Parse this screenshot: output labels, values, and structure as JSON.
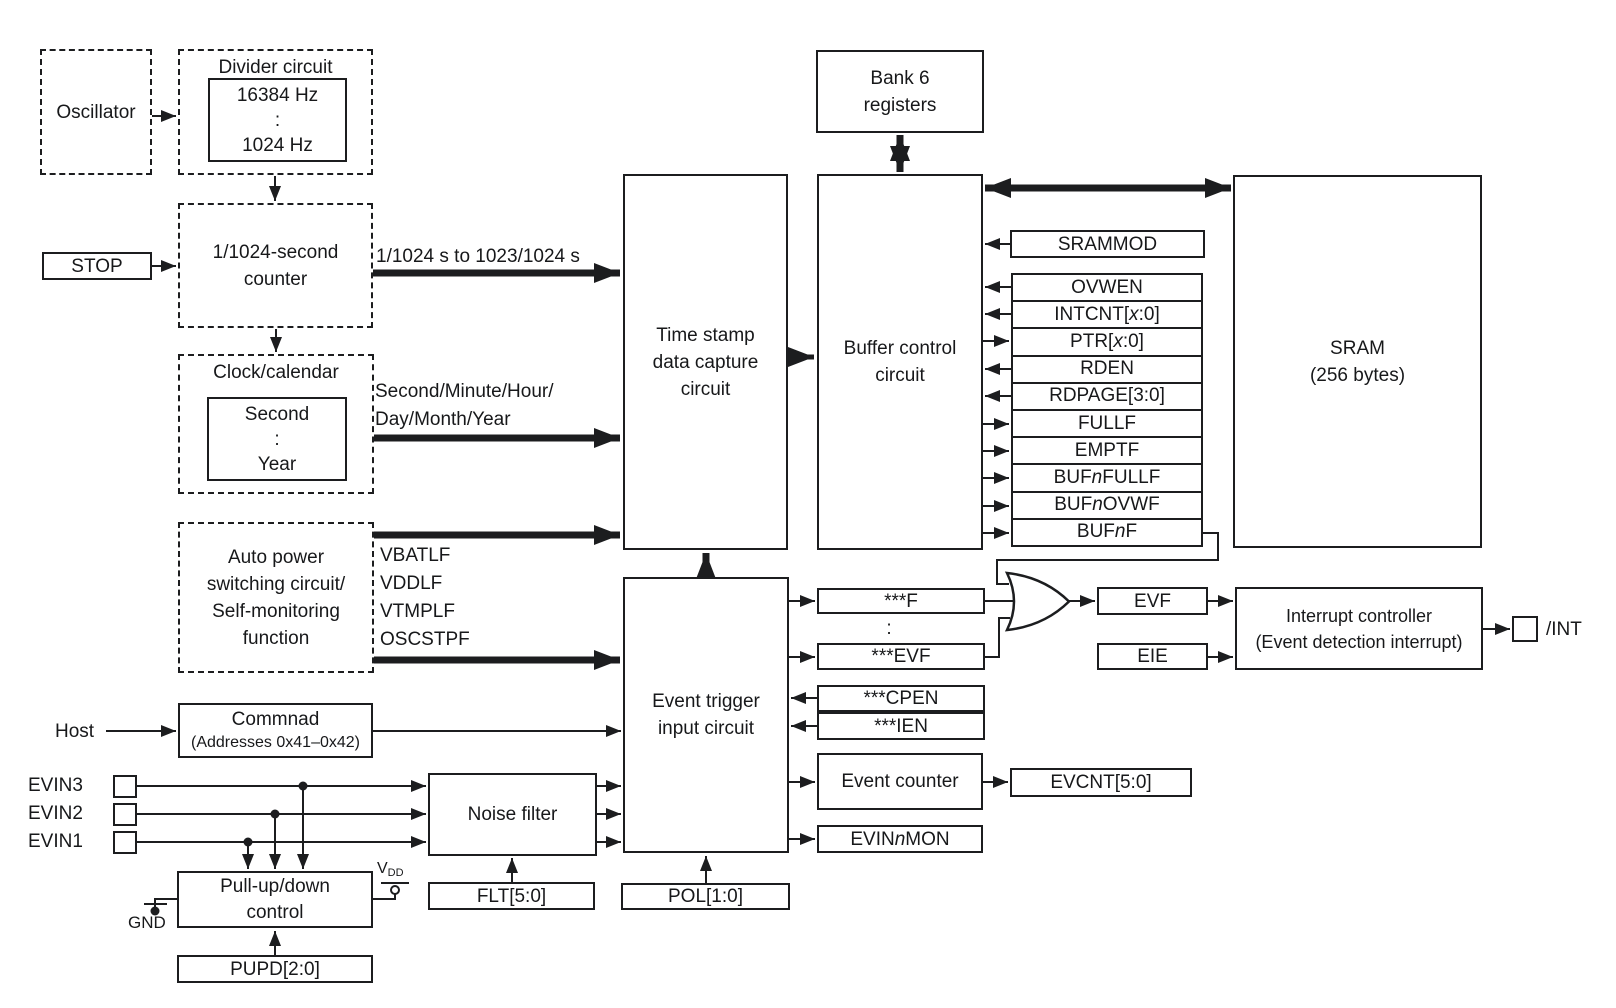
{
  "colors": {
    "ink": "#1c1d1f",
    "background": "#ffffff"
  },
  "blocks": {
    "oscillator": {
      "label": "Oscillator"
    },
    "divider": {
      "title": "Divider circuit",
      "freq_top": "16384 Hz",
      "dots": ":",
      "freq_bottom": "1024 Hz"
    },
    "stop": {
      "label": "STOP"
    },
    "counter": {
      "line1": "1/1024-second",
      "line2": "counter"
    },
    "clock_calendar": {
      "title": "Clock/calendar",
      "inner_top": "Second",
      "dots": ":",
      "inner_bottom": "Year"
    },
    "auto_power": {
      "line1": "Auto power",
      "line2": "switching circuit/",
      "line3": "Self-monitoring",
      "line4": "function"
    },
    "command": {
      "title": "Commnad",
      "subtitle": "(Addresses 0x41–0x42)"
    },
    "time_stamp": {
      "line1": "Time stamp",
      "line2": "data capture",
      "line3": "circuit"
    },
    "buffer_control": {
      "line1": "Buffer control",
      "line2": "circuit"
    },
    "bank6": {
      "line1": "Bank 6",
      "line2": "registers"
    },
    "sram": {
      "line1": "SRAM",
      "line2": "(256 bytes)"
    },
    "event_trigger": {
      "line1": "Event trigger",
      "line2": "input circuit"
    },
    "noise_filter": {
      "label": "Noise filter"
    },
    "pull_updown": {
      "line1": "Pull-up/down",
      "line2": "control"
    },
    "interrupt": {
      "line1": "Interrupt controller",
      "line2": "(Event detection interrupt)"
    },
    "event_counter": {
      "label": "Event counter"
    },
    "evf": {
      "label": "EVF"
    },
    "eie": {
      "label": "EIE"
    },
    "flag_f": {
      "label": "***F"
    },
    "flag_dots": ":",
    "flag_evf": {
      "label": "***EVF"
    },
    "cpen": {
      "label": "***CPEN"
    },
    "ien": {
      "label": "***IEN"
    },
    "evin_mon": {
      "pre": "EVIN",
      "italic": "n",
      "post": "MON"
    },
    "evcnt": {
      "label": "EVCNT[5:0]"
    },
    "flt": {
      "label": "FLT[5:0]"
    },
    "pol": {
      "label": "POL[1:0]"
    },
    "pupd": {
      "label": "PUPD[2:0]"
    }
  },
  "registers": {
    "srammod": {
      "label": "SRAMMOD",
      "direction": "to-buffer"
    },
    "rows": [
      {
        "pre": "OVWEN",
        "italic": "",
        "post": "",
        "direction": "to-buffer"
      },
      {
        "pre": "INTCNT[",
        "italic": "x",
        "post": ":0]",
        "direction": "to-buffer"
      },
      {
        "pre": "PTR[",
        "italic": "x",
        "post": ":0]",
        "direction": "from-buffer"
      },
      {
        "pre": "RDEN",
        "italic": "",
        "post": "",
        "direction": "to-buffer"
      },
      {
        "pre": "RDPAGE[3:0]",
        "italic": "",
        "post": "",
        "direction": "to-buffer"
      },
      {
        "pre": "FULLF",
        "italic": "",
        "post": "",
        "direction": "from-buffer"
      },
      {
        "pre": "EMPTF",
        "italic": "",
        "post": "",
        "direction": "from-buffer"
      },
      {
        "pre": "BUF",
        "italic": "n",
        "post": "FULLF",
        "direction": "from-buffer"
      },
      {
        "pre": "BUF",
        "italic": "n",
        "post": "OVWF",
        "direction": "from-buffer"
      },
      {
        "pre": "BUF",
        "italic": "n",
        "post": "F",
        "direction": "from-buffer"
      }
    ]
  },
  "signals": {
    "counter_to_timestamp": "1/1024 s to 1023/1024 s",
    "clock_to_timestamp_line1": "Second/Minute/Hour/",
    "clock_to_timestamp_line2": "Day/Month/Year",
    "power_flags": [
      "VBATLF",
      "VDDLF",
      "VTMPLF",
      "OSCSTPF"
    ],
    "host": "Host",
    "evin_inputs": [
      "EVIN3",
      "EVIN2",
      "EVIN1"
    ],
    "vdd": {
      "pre": "V",
      "sub": "DD"
    },
    "gnd": "GND",
    "int_out": "/INT"
  }
}
